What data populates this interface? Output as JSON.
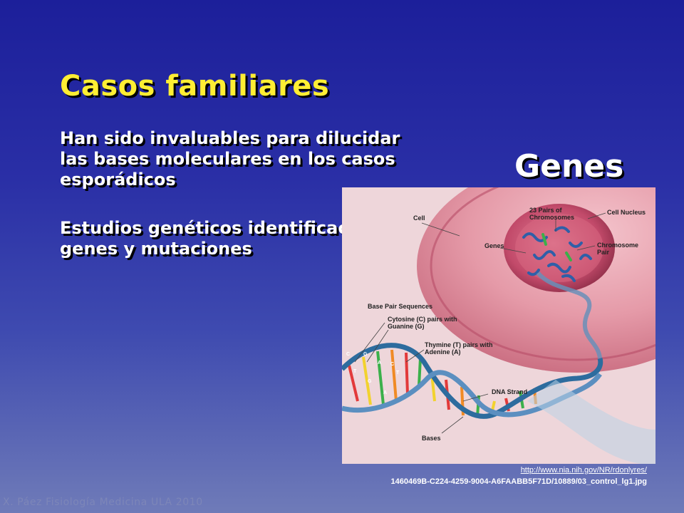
{
  "slide": {
    "title": "Casos familiares",
    "bullets": [
      "Han sido invaluables para dilucidar las bases moleculares en los casos esporádicos",
      "Estudios genéticos identificación genes y mutaciones"
    ],
    "side_title": "Genes"
  },
  "figure": {
    "labels": {
      "cell": "Cell",
      "chromosomes_line1": "23 Pairs of",
      "chromosomes_line2": "Chromosomes",
      "nucleus": "Cell Nucleus",
      "genes": "Genes",
      "pair_line1": "Chromosome",
      "pair_line2": "Pair",
      "base_pair": "Base Pair Sequences",
      "cytosine_line1": "Cytosine (C) pairs with",
      "cytosine_line2": "Guanine (G)",
      "thymine_line1": "Thymine (T) pairs with",
      "thymine_line2": "Adenine (A)",
      "dna_strand": "DNA Strand",
      "bases": "Bases",
      "letter_c": "C",
      "letter_g": "G",
      "letter_a": "A",
      "letter_t": "T"
    },
    "colors": {
      "cytoplasm": "#e8a3b0",
      "nucleus": "#c24a6a",
      "helix_backbone": "#2d6c9e",
      "base_red": "#e23a3a",
      "base_green": "#3bb04a",
      "base_yellow": "#f2d22e",
      "base_orange": "#f08a24"
    }
  },
  "source": {
    "url": "http://www.nia.nih.gov/NR/rdonlyres/",
    "file": "1460469B-C224-4259-9004-A6FAABB5F71D/10889/03_control_lg1.jpg"
  },
  "footer": "X. Páez Fisiología Medicina ULA 2010"
}
